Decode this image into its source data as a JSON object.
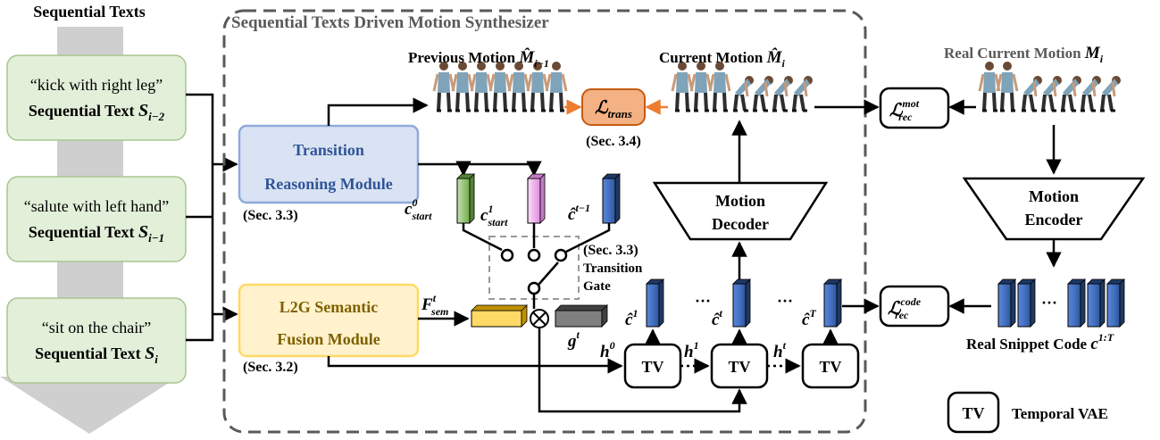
{
  "left_panel": {
    "title": "Sequential Texts",
    "items": [
      {
        "quote": "“kick with right leg”",
        "label": "Sequential Text ",
        "sym": "S",
        "sub": "i−2"
      },
      {
        "quote": "“salute with left hand”",
        "label": "Sequential Text ",
        "sym": "S",
        "sub": "i−1"
      },
      {
        "quote": "“sit on the chair”",
        "label": "Sequential Text ",
        "sym": "S",
        "sub": "i"
      }
    ]
  },
  "synth": {
    "title": "Sequential Texts Driven Motion Synthesizer",
    "prev_motion": {
      "label": "Previous Motion ",
      "sym": "M̂",
      "sub": "i−1"
    },
    "curr_motion": {
      "label": "Current Motion ",
      "sym": "M̂",
      "sub": "i"
    },
    "l_trans": {
      "sym": "ℒ",
      "sub": "trans",
      "ref": "(Sec. 3.4)"
    },
    "transition": {
      "line1": "Transition",
      "line2": "Reasoning Module",
      "ref": "(Sec. 3.3)"
    },
    "l2g": {
      "line1": "L2G Semantic",
      "line2": "Fusion Module",
      "ref": "(Sec. 3.2)"
    },
    "c_start0": {
      "sym": "c",
      "sup": "0",
      "sub": "start"
    },
    "c_start1": {
      "sym": "c",
      "sup": "1",
      "sub": "start"
    },
    "c_prev": {
      "sym": "ĉ",
      "sup": "t−1"
    },
    "gate": {
      "ref": "(Sec. 3.3)",
      "line1": "Transition",
      "line2": "Gate"
    },
    "f_sem": {
      "sym": "F",
      "sup": "t",
      "sub": "sem"
    },
    "g": {
      "sym": "g",
      "sup": "t"
    },
    "decoder": {
      "line1": "Motion",
      "line2": "Decoder"
    },
    "codes": [
      {
        "sym": "ĉ",
        "sup": "1"
      },
      {
        "sym": "ĉ",
        "sup": "t"
      },
      {
        "sym": "ĉ",
        "sup": "T"
      }
    ],
    "hidden": [
      {
        "sym": "h",
        "sup": "0"
      },
      {
        "sym": "h",
        "sup": "1"
      },
      {
        "sym": "h",
        "sup": "t"
      }
    ],
    "tv_label": "TV",
    "dots": "···"
  },
  "right_panel": {
    "real_motion": {
      "label": "Real Current Motion ",
      "sym": "M",
      "sub": "i"
    },
    "l_rec_mot": {
      "sym": "ℒ",
      "sup": "mot",
      "sub": "rec"
    },
    "l_rec_code": {
      "sym": "ℒ",
      "sup": "code",
      "sub": "rec"
    },
    "encoder": {
      "line1": "Motion",
      "line2": "Encoder"
    },
    "snippet": {
      "label": "Real Snippet Code ",
      "sym": "c",
      "sup": "1:T"
    },
    "dots": "···"
  },
  "legend": {
    "box": "TV",
    "label": "Temporal VAE"
  },
  "colors": {
    "text_box_fill": "#e2efd9",
    "text_box_stroke": "#a8c58f",
    "down_arrow": "#cfcfcf",
    "transition_fill": "#dae3f3",
    "transition_stroke": "#8faadc",
    "transition_text": "#2f5597",
    "l2g_fill": "#fff2cc",
    "l2g_stroke": "#ffd966",
    "l2g_text": "#7f6000",
    "l_trans_fill": "#f4b183",
    "l_trans_stroke": "#c55a11",
    "orange_arrow": "#ed7d31",
    "code_blue": "#4472c4",
    "c0_green": "#a9d18e",
    "c1_pink": "#f4b8f0",
    "fsem_yellow": "#ffd966",
    "g_gray": "#7f7f7f",
    "dash_gray": "#595959",
    "real_title": "#595959"
  }
}
